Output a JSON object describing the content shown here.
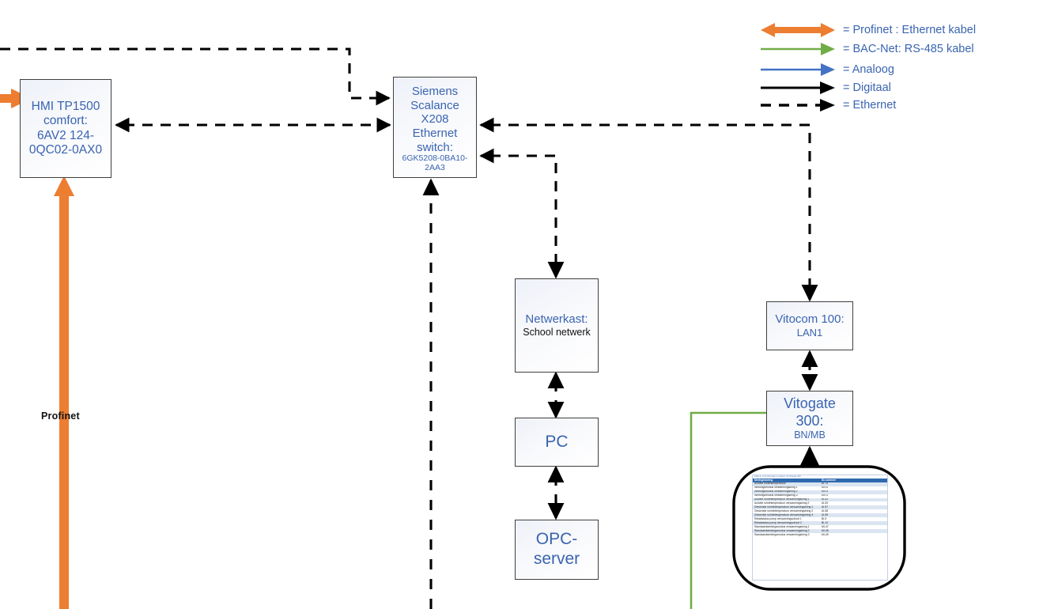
{
  "diagram": {
    "title_label": "Profinet",
    "nodes": {
      "hmi": {
        "lines": [
          "HMI TP1500",
          "comfort:",
          "6AV2 124-",
          "0QC02-0AX0"
        ]
      },
      "switch": {
        "lines": [
          "Siemens",
          "Scalance",
          "X208",
          "Ethernet",
          "switch:"
        ],
        "part_lines": [
          "6GK5208-0BA10-",
          "2AA3"
        ]
      },
      "netwerkast": {
        "line1": "Netwerkast:",
        "line2": "School netwerk"
      },
      "pc": {
        "label": "PC"
      },
      "opc": {
        "lines": [
          "OPC-",
          "server"
        ]
      },
      "vitocom": {
        "line1": "Vitocom 100:",
        "line2": "LAN1"
      },
      "vitogate": {
        "line1": "Vitogate",
        "line2": "300:",
        "line3": "BN/MB"
      }
    },
    "legend": {
      "items": [
        {
          "label": "= Profinet : Ethernet kabel",
          "color": "#ED7D31",
          "style": "double-arrow",
          "icon": "double-arrow-icon"
        },
        {
          "label": "= BAC-Net: RS-485 kabel",
          "color": "#70AD47",
          "style": "arrow",
          "icon": "arrow-right-icon"
        },
        {
          "label": "= Analoog",
          "color": "#4472C4",
          "style": "arrow",
          "icon": "arrow-right-icon"
        },
        {
          "label": "= Digitaal",
          "color": "#000000",
          "style": "arrow",
          "icon": "arrow-right-icon"
        },
        {
          "label": "= Ethernet",
          "color": "#000000",
          "style": "dashed-arrow",
          "icon": "dashed-arrow-right-icon"
        }
      ]
    },
    "colors": {
      "profinet_orange": "#ED7D31",
      "bacnet_green": "#70AD47",
      "analog_blue": "#4472C4",
      "digital_black": "#000000",
      "node_text_blue": "#3a64b0",
      "node_border": "#3f3f3f"
    },
    "callout_table": {
      "caption": "Tabel 4: uit te lezen/aan te passen via Vitogate 300",
      "headers": [
        "Meting/storing",
        "ID-nummer"
      ],
      "rows": [
        [
          "Actuele buitentemperatuur",
          "AI-74"
        ],
        [
          "Werkingsmodus verwarmingskring 1",
          "MV-6"
        ],
        [
          "Werkingsmodus verwarmingskring 2",
          "MV-5"
        ],
        [
          "Werkingsmodus verwarmingskring 3",
          "MV-4"
        ],
        [
          "Actuele ruintetemperatuur verwarmingskring 1",
          "AI-52"
        ],
        [
          "Actuele ruintetemperatuur verwarmingskring 2",
          "AI-53"
        ],
        [
          "Gewenste ruimtetemperatuur verwarmingskring 1",
          "AI-57"
        ],
        [
          "Gewenste ruimtetemperatuur verwarmingskring 2",
          "AI-58"
        ],
        [
          "Gewenste ruimtetemperatuur verwarmingskring 3",
          "AI-59"
        ],
        [
          "Relaisstatus pomp verwarmingscircuit 1",
          "BI-9"
        ],
        [
          "Relaisstatus pomp verwarmingscircuit 2",
          "BI-10"
        ],
        [
          "Standaardwerkingsmodus verwarmingskring 1",
          "MI-47"
        ],
        [
          "Standaardwerkingsmodus verwarmingskring 2",
          "MI-48"
        ],
        [
          "Standaardwerkingsmodus verwarmingskring 3",
          "MI-49"
        ]
      ]
    }
  }
}
